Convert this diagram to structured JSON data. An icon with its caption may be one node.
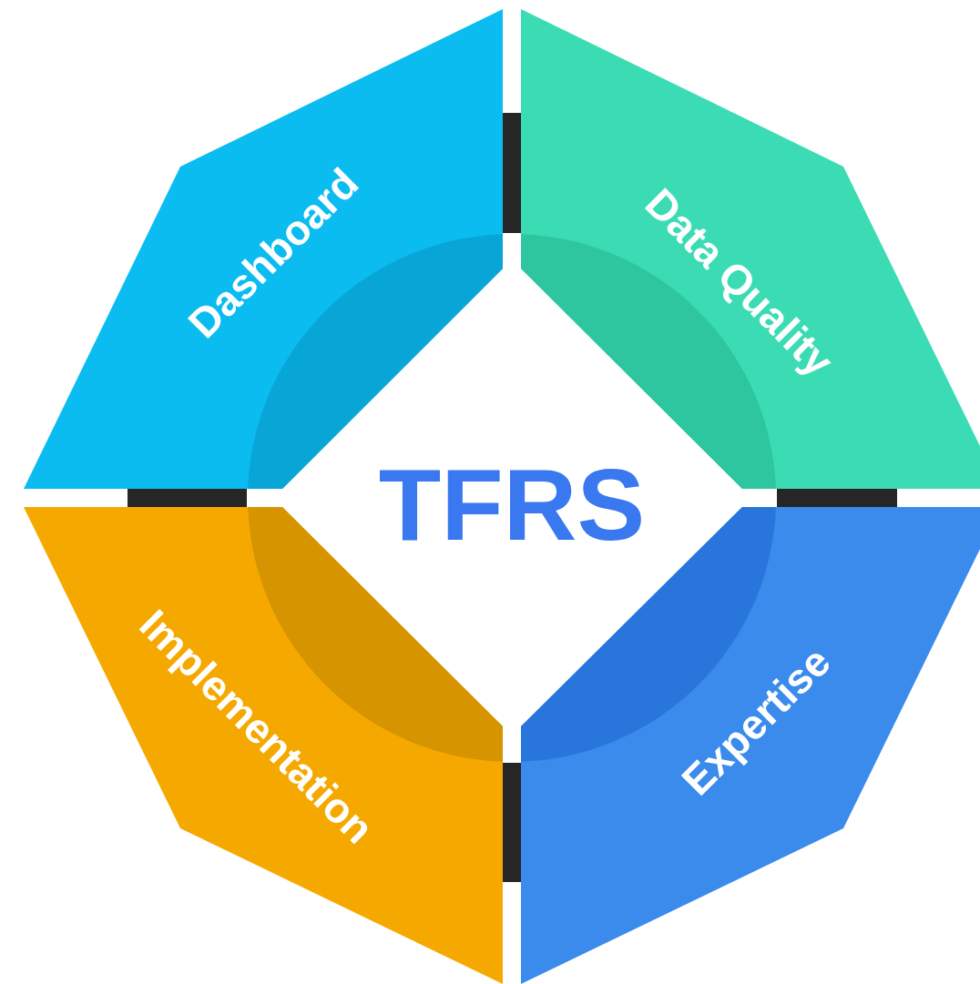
{
  "diagram": {
    "nodes": [
      {
        "text": [
          "Dashboard"
        ]
      },
      {
        "text": [
          "Data Quality"
        ]
      },
      {
        "text": [
          "TFRS"
        ]
      },
      {
        "text": [
          "Implementation"
        ]
      },
      {
        "text": [
          "Expertise"
        ]
      }
    ]
  }
}
